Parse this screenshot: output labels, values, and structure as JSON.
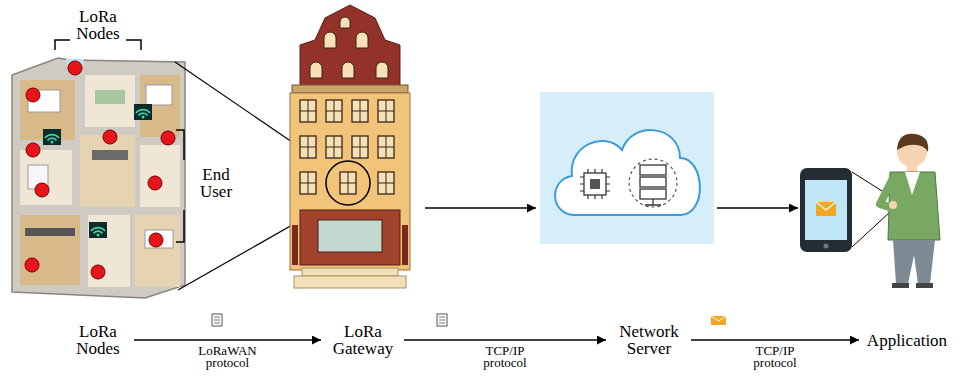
{
  "diagram": {
    "nodes": [
      {
        "text": [
          "LoRa Nodes"
        ]
      },
      {
        "text": [
          "LoRa Gateway"
        ]
      },
      {
        "text": [
          "Network Server"
        ]
      },
      {
        "text": [
          "Application"
        ]
      }
    ],
    "edges": [
      {
        "from": 0,
        "to": 1,
        "arrow": "to",
        "label": "LoRaWAN protocol"
      },
      {
        "from": 1,
        "to": 2,
        "arrow": "to",
        "label": "TCP/IP protocol"
      },
      {
        "from": 2,
        "to": 3,
        "arrow": "to",
        "label": "TCP/IP protocol"
      }
    ],
    "labels": [
      "LoRa Nodes",
      "End User"
    ]
  }
}
